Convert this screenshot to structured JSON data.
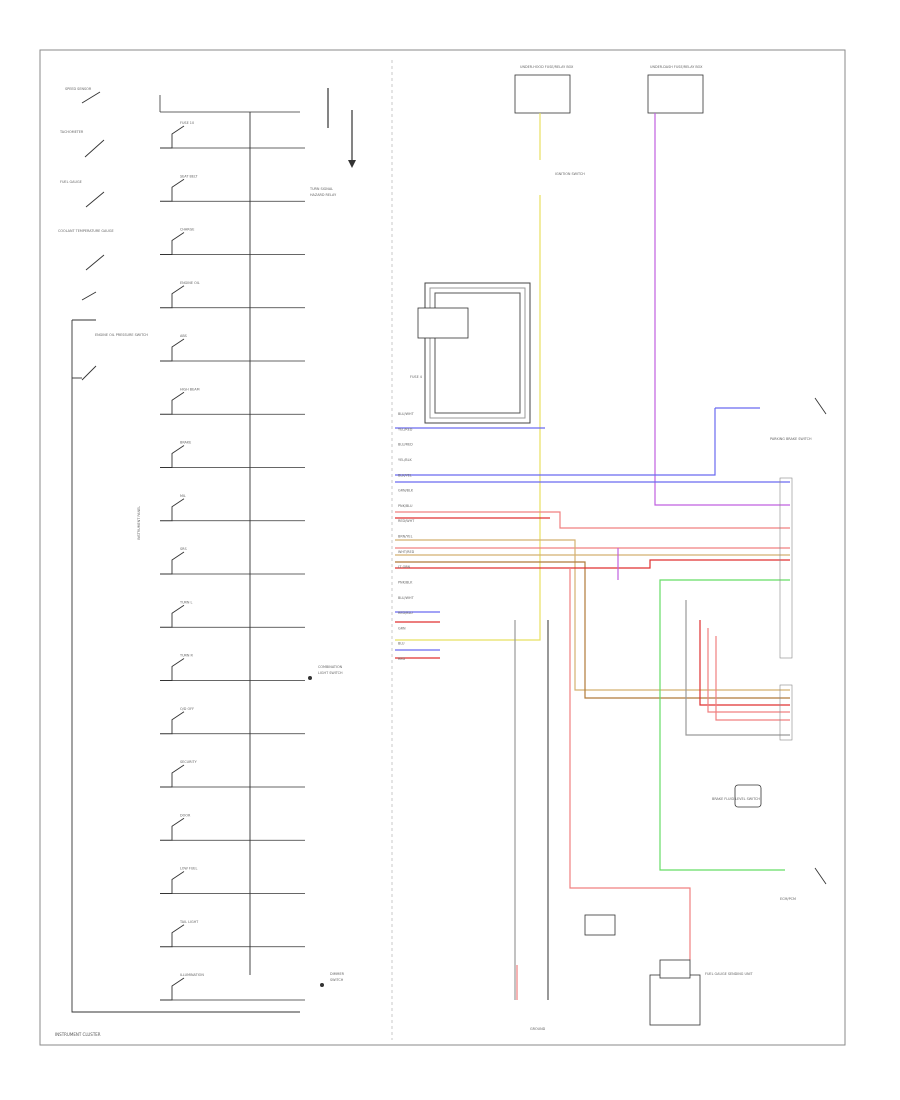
{
  "diagram": {
    "footer_left": "INSTRUMENT CLUSTER",
    "footer_code": "",
    "colors": {
      "frame": "#8a8a8a",
      "black": "#222222",
      "gray": "#9a9a9a",
      "yellow": "#e8e060",
      "violet": "#c060e0",
      "blue": "#6a6af0",
      "pink": "#f08080",
      "red": "#e03030",
      "brown": "#b07a3a",
      "tan": "#d4b070",
      "green": "#66dd66",
      "lightgreen": "#aaee88"
    },
    "left_indicators": [
      {
        "label": "SPEED SENSOR"
      },
      {
        "label": "TACHOMETER"
      },
      {
        "label": "FUEL GAUGE"
      },
      {
        "label": "COOLANT TEMPERATURE GAUGE"
      },
      {
        "label": "ENGINE OIL PRESSURE SWITCH"
      }
    ],
    "switch_labels": [
      "FUSE 10",
      "SEAT BELT",
      "CHARGE",
      "ENGINE OIL",
      "ABS",
      "HIGH BEAM",
      "BRAKE",
      "MIL",
      "SRS",
      "TURN L",
      "TURN R",
      "O/D OFF",
      "SECURITY",
      "DOOR",
      "LOW FUEL",
      "TAIL LIGHT",
      "ILLUMINATION"
    ],
    "bus_label": "INSTRUMENT PANEL",
    "top_components": [
      {
        "label": "UNDER-HOOD FUSE/RELAY BOX"
      },
      {
        "label": "UNDER-DASH FUSE/RELAY BOX"
      }
    ],
    "connector_labels": [
      "BLU/WHT",
      "YEL/RED",
      "BLU/RED",
      "YEL/BLK",
      "BLK/YEL",
      "GRN/BLK",
      "PNK/BLU",
      "RED/WHT",
      "BRN/YEL",
      "WHT/RED",
      "LT GRN",
      "PNK/BLK",
      "BLU/WHT",
      "RED/BLU",
      "GRN",
      "BLU",
      "RED"
    ],
    "right_components": [
      {
        "label": "PARKING BRAKE SWITCH"
      },
      {
        "label": "BRAKE FLUID LEVEL SWITCH"
      },
      {
        "label": "ECM/PCM"
      },
      {
        "label": "FUEL GAUGE SENDING UNIT"
      },
      {
        "label": "GROUND"
      }
    ]
  }
}
